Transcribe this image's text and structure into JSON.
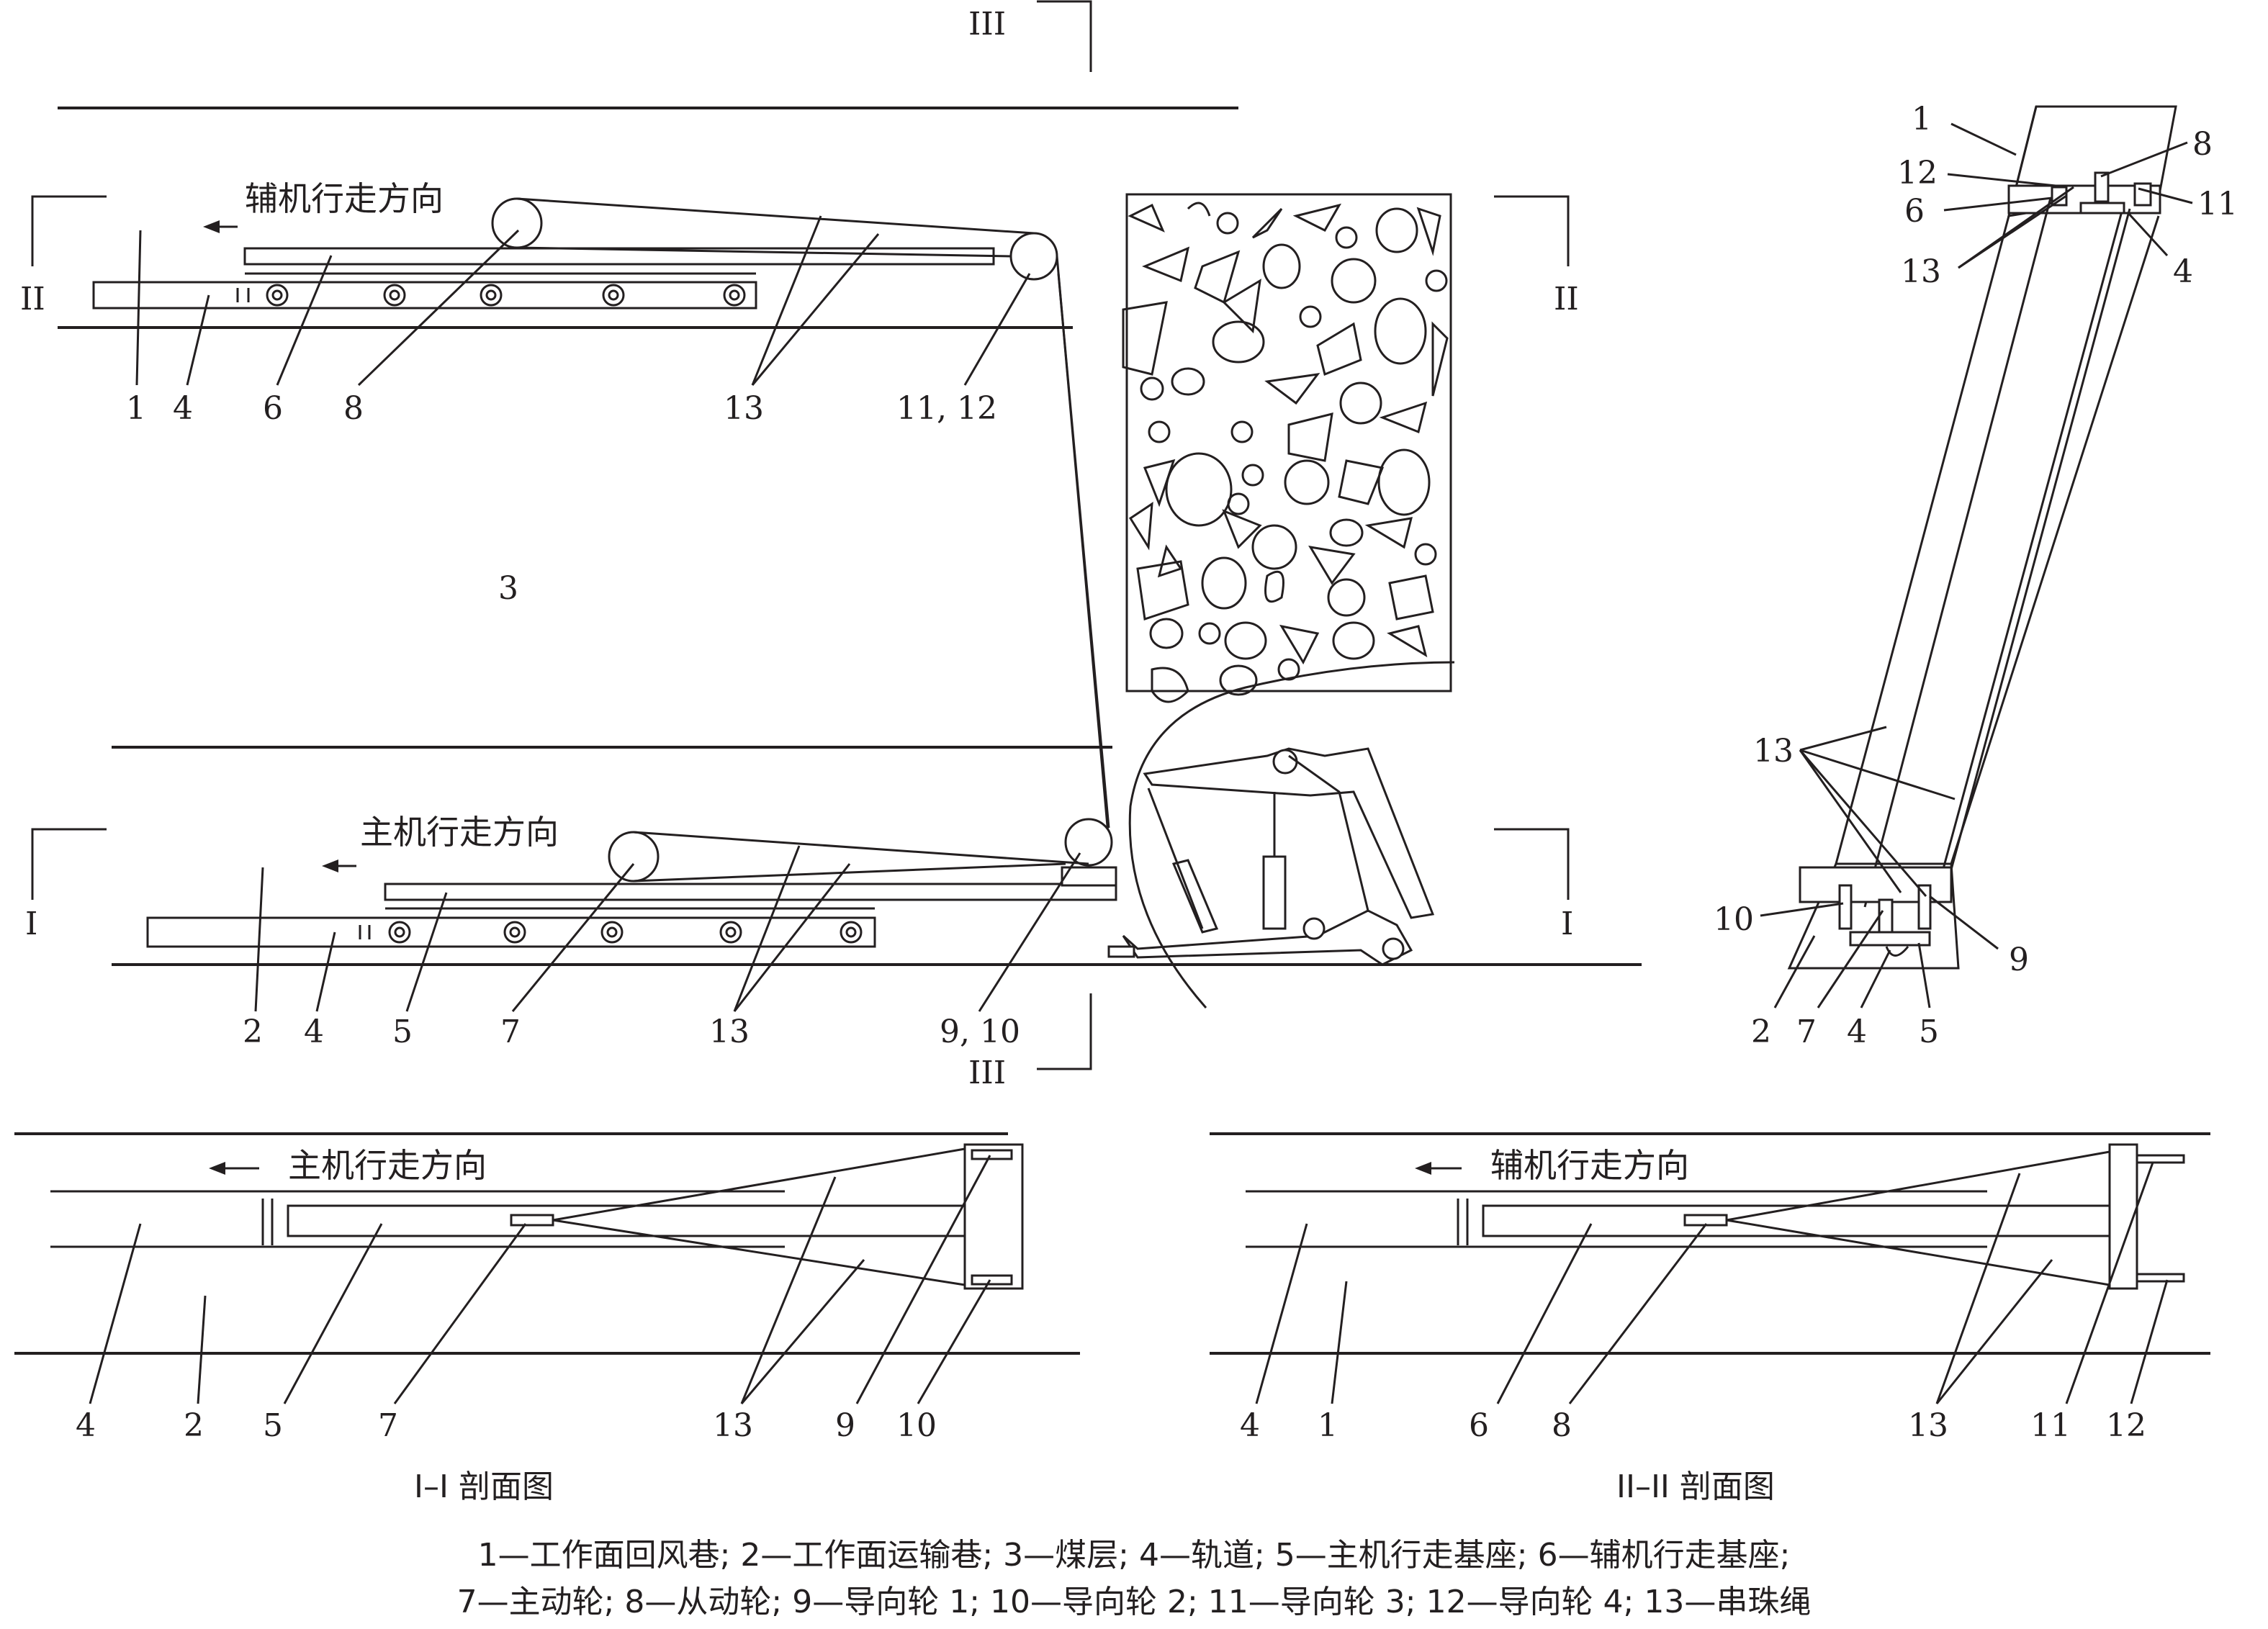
{
  "section_marks": {
    "III_top": "III",
    "II_left": "II",
    "II_right": "II",
    "I_left": "I",
    "I_right": "I",
    "III_bottom": "III"
  },
  "top_view": {
    "direction_aux": "辅机行走方向",
    "direction_main": "主机行走方向",
    "coal_seam": "3",
    "upper_labels": [
      "1",
      "4",
      "6",
      "8",
      "13",
      "11, 12"
    ],
    "lower_labels": [
      "2",
      "4",
      "5",
      "7",
      "13",
      "9, 10"
    ]
  },
  "section_III": {
    "labels_top": [
      "1",
      "12",
      "6",
      "13",
      "8",
      "11",
      "4"
    ],
    "labels_mid": [
      "13",
      "10",
      "9"
    ],
    "labels_bottom": [
      "2",
      "7",
      "4",
      "5"
    ]
  },
  "section_I": {
    "direction": "主机行走方向",
    "labels": [
      "4",
      "2",
      "5",
      "7",
      "13",
      "9",
      "10"
    ],
    "caption": "I–I 剖面图"
  },
  "section_II": {
    "direction": "辅机行走方向",
    "labels": [
      "4",
      "1",
      "6",
      "8",
      "13",
      "11",
      "12"
    ],
    "caption": "II–II 剖面图"
  },
  "legend": {
    "line1": "1—工作面回风巷; 2—工作面运输巷; 3—煤层; 4—轨道; 5—主机行走基座; 6—辅机行走基座;",
    "line2": "7—主动轮; 8—从动轮; 9—导向轮 1; 10—导向轮 2; 11—导向轮 3; 12—导向轮 4; 13—串珠绳"
  }
}
